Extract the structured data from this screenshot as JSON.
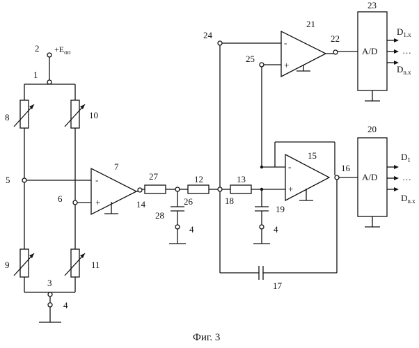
{
  "caption": "Фиг. 3",
  "supply": {
    "label": "+E",
    "sub": "оп"
  },
  "labels": {
    "n1": "1",
    "n2": "2",
    "n3": "3",
    "n4": "4",
    "n5": "5",
    "n6": "6",
    "n7": "7",
    "n8": "8",
    "n9": "9",
    "n10": "10",
    "n11": "11",
    "n12": "12",
    "n13": "13",
    "n14": "14",
    "n15": "15",
    "n16": "16",
    "n17": "17",
    "n18": "18",
    "n19": "19",
    "n20": "20",
    "n21": "21",
    "n22": "22",
    "n23": "23",
    "n24": "24",
    "n25": "25",
    "n26": "26",
    "n27": "27",
    "n28": "28"
  },
  "op_signs": {
    "minus": "-",
    "plus": "+"
  },
  "adc": {
    "label": "A/D",
    "ellipsis": "…"
  },
  "outputs": {
    "top_first": "D",
    "top_first_sub": "1.x",
    "top_last": "D",
    "top_last_sub": "n.x",
    "bot_first": "D",
    "bot_first_sub": "1",
    "bot_last": "D",
    "bot_last_sub": "n.x"
  }
}
